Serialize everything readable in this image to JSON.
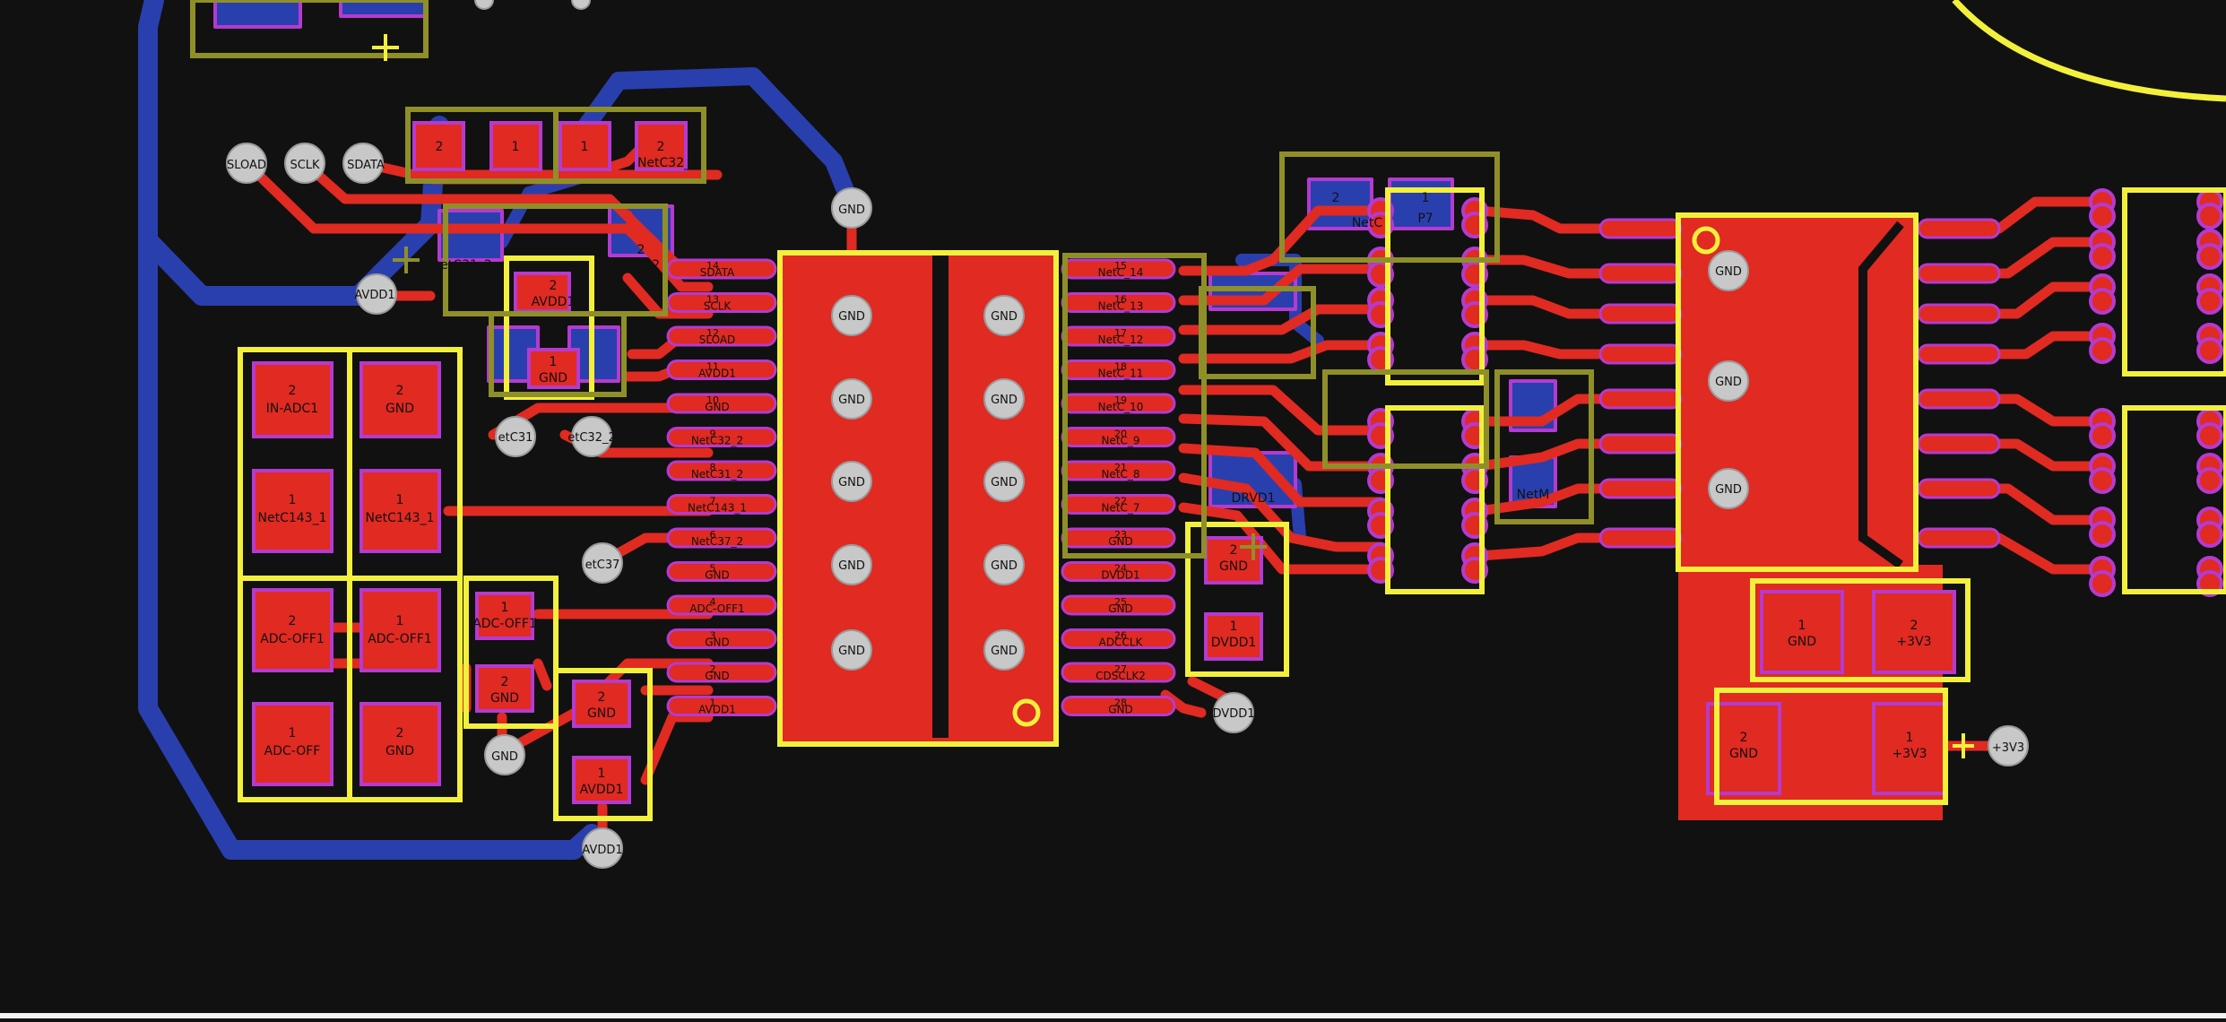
{
  "colors": {
    "background": "#111111",
    "top_copper": "#e02a22",
    "bottom_copper": "#2a3fae",
    "overlay_yellow": "#f3f03c",
    "overlay_olive": "#8f8f2a",
    "pad_border": "#b43ad0",
    "via": "#c8c8c8"
  },
  "nets": {
    "gnd": "GND",
    "avdd1": "AVDD1",
    "dvdd1": "DVDD1",
    "v3v3": "+3V3",
    "sload": "SLOAD",
    "sclk": "SCLK",
    "sdata": "SDATA",
    "netc31_2": "NetC31_2",
    "netc32_2": "NetC32_2",
    "netc31_2_trunc": "etC31_2",
    "netc32_2_trunc": "NetC32",
    "netc31_via": "etC31",
    "netc32_via": "etC32_2",
    "netc37_via": "etC37",
    "in_adc1": "IN-ADC1",
    "netc143_1": "NetC143_1",
    "adc_off1": "ADC-OFF1",
    "adc_off": "ADC-OFF",
    "drvd1": "DRVD1",
    "p7": "P7",
    "netc_short": "NetC",
    "netm": "NetM"
  },
  "pins": {
    "one": "1",
    "two": "2"
  },
  "ic_left_pins": [
    "SDATA",
    "SCLK",
    "SLOAD",
    "AVDD1",
    "GND",
    "NetC32_2",
    "NetC31_2",
    "NetC143_1",
    "NetC37_2",
    "GND",
    "ADC-OFF1",
    "GND",
    "GND",
    "AVDD1"
  ],
  "ic_right_pins": [
    "NetC_14",
    "NetC_13",
    "NetC_12",
    "NetC_11",
    "NetC_10",
    "NetC_9",
    "NetC_8",
    "NetC_7",
    "GND",
    "DVDD1",
    "GND",
    "ADCCLK",
    "CDSCLK2",
    "GND"
  ],
  "ic_right_nums": [
    "15",
    "16",
    "17",
    "18",
    "19",
    "20",
    "21",
    "22",
    "23",
    "24",
    "25",
    "26",
    "27",
    "28"
  ],
  "ic_left_nums": [
    "14",
    "13",
    "12",
    "11",
    "10",
    "9",
    "8",
    "7",
    "6",
    "5",
    "4",
    "3",
    "2",
    "1"
  ]
}
